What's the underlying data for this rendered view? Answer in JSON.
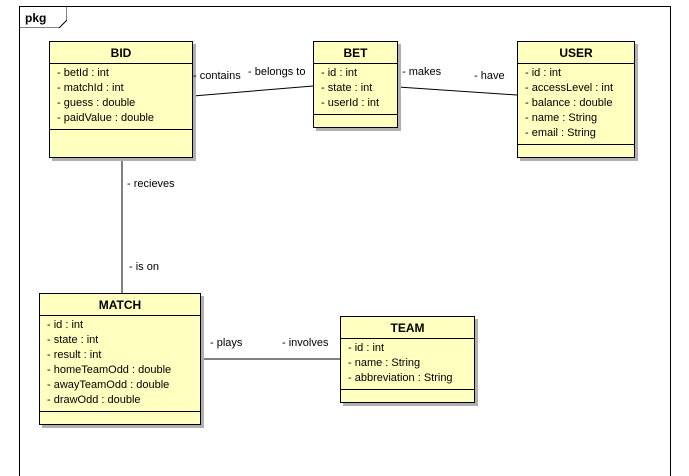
{
  "package": {
    "label": "pkg"
  },
  "classes": {
    "bid": {
      "name": "BID",
      "attrs": [
        "- betId : int",
        "- matchId : int",
        "- guess : double",
        "- paidValue : double"
      ]
    },
    "bet": {
      "name": "BET",
      "attrs": [
        "- id : int",
        "- state : int",
        "- userId : int"
      ]
    },
    "user": {
      "name": "USER",
      "attrs": [
        "- id : int",
        "- accessLevel : int",
        "- balance : double",
        "- name : String",
        "- email : String"
      ]
    },
    "match": {
      "name": "MATCH",
      "attrs": [
        "- id : int",
        "- state : int",
        "- result : int",
        "- homeTeamOdd : double",
        "- awayTeamOdd : double",
        "- drawOdd : double"
      ]
    },
    "team": {
      "name": "TEAM",
      "attrs": [
        "- id : int",
        "- name : String",
        "- abbreviation : String"
      ]
    }
  },
  "associations": {
    "bid_bet": {
      "end1": "- contains",
      "end2": "- belongs to"
    },
    "bet_user": {
      "end1": "- makes",
      "end2": "- have"
    },
    "bid_match": {
      "end1": "- recieves",
      "end2": "- is on"
    },
    "match_team": {
      "end1": "- plays",
      "end2": "- involves"
    }
  },
  "colors": {
    "class_fill": "#ffffc0",
    "border": "#000000",
    "shadow": "#b0b0b0"
  }
}
